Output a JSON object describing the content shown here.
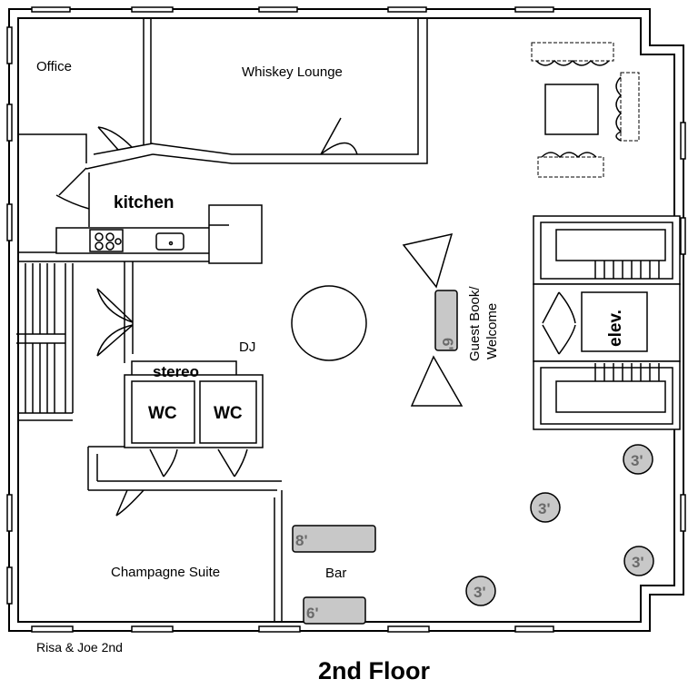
{
  "title": "2nd Floor",
  "caption": "Risa & Joe 2nd",
  "rooms": {
    "office": "Office",
    "whiskey_lounge": "Whiskey Lounge",
    "kitchen": "kitchen",
    "dj": "DJ",
    "stereo": "stereo",
    "wc_1": "WC",
    "wc_2": "WC",
    "elevator": "elev.",
    "champagne_suite": "Champagne Suite",
    "bar": "Bar",
    "guest_book_line1": "Guest Book/",
    "guest_book_line2": "Welcome"
  },
  "tables": {
    "guest_book": "6'",
    "bar_upper": "8'",
    "bar_lower": "6'",
    "round_1": "3'",
    "round_2": "3'",
    "round_3": "3'",
    "round_4": "3'"
  }
}
